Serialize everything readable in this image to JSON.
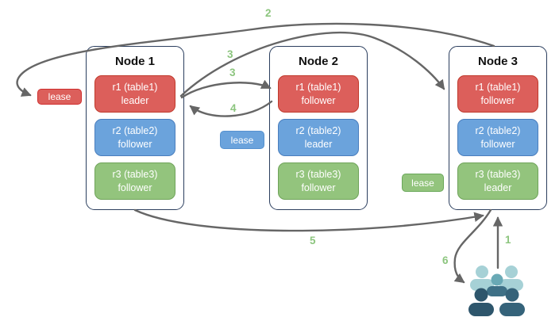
{
  "nodes": [
    {
      "title": "Node 1",
      "replicas": [
        {
          "name": "r1 (table1)",
          "role": "leader",
          "color": "#dc5f5b"
        },
        {
          "name": "r2 (table2)",
          "role": "follower",
          "color": "#6ba3dc"
        },
        {
          "name": "r3 (table3)",
          "role": "follower",
          "color": "#93c47d"
        }
      ]
    },
    {
      "title": "Node 2",
      "replicas": [
        {
          "name": "r1 (table1)",
          "role": "follower",
          "color": "#dc5f5b"
        },
        {
          "name": "r2 (table2)",
          "role": "leader",
          "color": "#6ba3dc"
        },
        {
          "name": "r3 (table3)",
          "role": "follower",
          "color": "#93c47d"
        }
      ]
    },
    {
      "title": "Node 3",
      "replicas": [
        {
          "name": "r1 (table1)",
          "role": "follower",
          "color": "#dc5f5b"
        },
        {
          "name": "r2 (table2)",
          "role": "follower",
          "color": "#6ba3dc"
        },
        {
          "name": "r3 (table3)",
          "role": "leader",
          "color": "#93c47d"
        }
      ]
    }
  ],
  "leases": {
    "red": {
      "label": "lease",
      "color": "#dc5f5b"
    },
    "blue": {
      "label": "lease",
      "color": "#6ba3dc"
    },
    "green": {
      "label": "lease",
      "color": "#93c47d"
    }
  },
  "steps": {
    "s1": "1",
    "s2": "2",
    "s3a": "3",
    "s3b": "3",
    "s4": "4",
    "s5": "5",
    "s6": "6"
  },
  "icons": {
    "users": "users-group-icon"
  },
  "colors": {
    "arrow": "#666666",
    "step_label": "#8cc57e",
    "node_border": "#2b3e5e",
    "replica_red": "#dc5f5b",
    "replica_blue": "#6ba3dc",
    "replica_green": "#93c47d",
    "users_light_teal": "#a6d1d6",
    "users_mid_teal": "#69a9b5",
    "users_dark_slate": "#2e566c"
  }
}
